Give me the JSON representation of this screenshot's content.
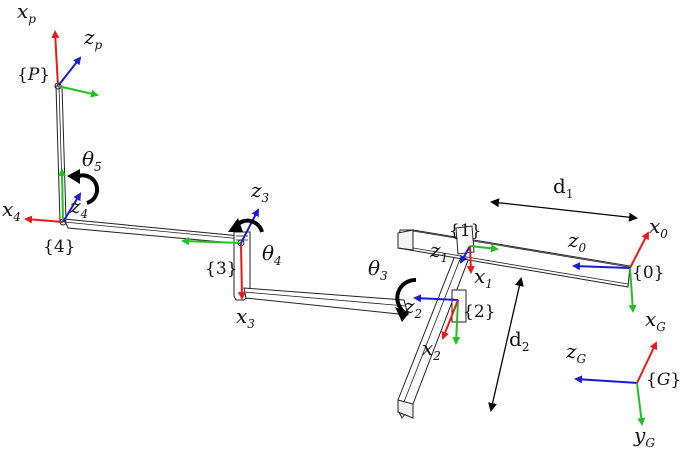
{
  "frames": {
    "P": {
      "brace_label": "{",
      "name": "P",
      "close": "}",
      "x_axis": "x",
      "x_sub": "p",
      "z_axis": "z",
      "z_sub": "p"
    },
    "f4": {
      "label": "{4}",
      "x_axis": "x",
      "x_sub": "4",
      "z_axis": "z",
      "z_sub": "4"
    },
    "f3": {
      "label": "{3}",
      "x_axis": "x",
      "x_sub": "3",
      "z_axis": "z",
      "z_sub": "3"
    },
    "f2": {
      "label": "{2}",
      "x_axis": "x",
      "x_sub": "2",
      "z_axis": "z",
      "z_sub": "2"
    },
    "f1": {
      "label": "{1}",
      "x_axis": "x",
      "x_sub": "1",
      "z_axis": "z",
      "z_sub": "1"
    },
    "f0": {
      "label": "{0}",
      "x_axis": "x",
      "x_sub": "0",
      "z_axis": "z",
      "z_sub": "0",
      "xG_axis": "x",
      "xG_sub": "G"
    },
    "G": {
      "open": "{",
      "name": "G",
      "close": "}",
      "z_axis": "z",
      "z_sub": "G",
      "y_axis": "y",
      "y_sub": "G"
    }
  },
  "joints": {
    "theta5": {
      "sym": "θ",
      "sub": "5"
    },
    "theta4": {
      "sym": "θ",
      "sub": "4"
    },
    "theta3": {
      "sym": "θ",
      "sub": "3"
    }
  },
  "dimensions": {
    "d1": {
      "sym": "d",
      "sub": "1"
    },
    "d2": {
      "sym": "d",
      "sub": "2"
    }
  },
  "colors": {
    "x_axis": "#e8191c",
    "y_axis": "#22c122",
    "z_axis": "#1a1ad6",
    "structure": "#222222",
    "rotation_arrow": "#000000"
  }
}
